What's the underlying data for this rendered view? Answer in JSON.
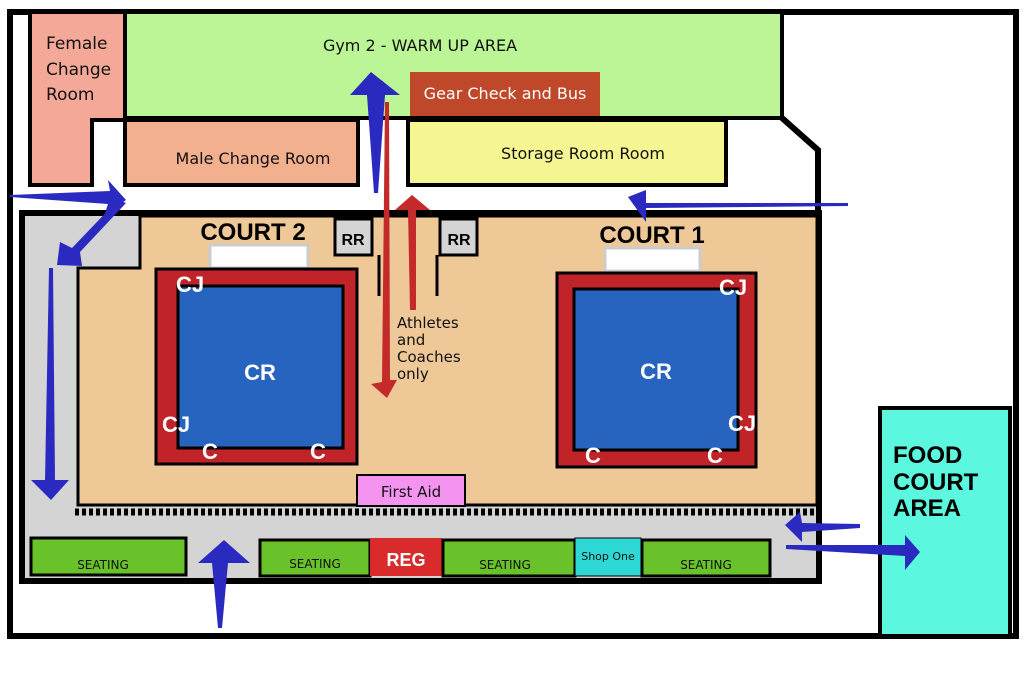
{
  "rooms": {
    "female_change": [
      "Female",
      "Change",
      "Room"
    ],
    "gym2": "Gym 2 - WARM UP AREA",
    "gear_check": "Gear Check and Bus",
    "male_change": "Male Change Room",
    "storage": "Storage Room Room",
    "restroom_left": "RR",
    "restroom_right": "RR",
    "first_aid": "First Aid",
    "food_court": [
      "FOOD",
      "COURT",
      "AREA"
    ]
  },
  "courts": {
    "court2": {
      "title": "COURT 2",
      "center": "CR",
      "judges": [
        "CJ",
        "CJ"
      ],
      "coaches": [
        "C",
        "C"
      ]
    },
    "court1": {
      "title": "COURT 1",
      "center": "CR",
      "judges": [
        "CJ",
        "CJ"
      ],
      "coaches": [
        "C",
        "C"
      ]
    }
  },
  "athletes_note": [
    "Athletes",
    "and",
    "Coaches",
    "only"
  ],
  "bottom_row": {
    "seating_1": "SEATING",
    "seating_2": "SEATING",
    "reg": "REG",
    "seating_3": "SEATING",
    "shop": "Shop One",
    "seating_4": "SEATING"
  },
  "colors": {
    "female": "#f4a898",
    "gym": "#bcf595",
    "gear": "#c0482a",
    "male": "#f3b08f",
    "storage": "#f5f591",
    "hall": "#d4d4d4",
    "court_floor": "#efc898",
    "mat_border": "#c02428",
    "mat": "#2764c0",
    "first_aid": "#f593f0",
    "seating": "#6ac22a",
    "reg": "#d92b2b",
    "shop": "#2ed8d4",
    "food": "#5bf7de",
    "arrow_blue": "#2a2ac0",
    "arrow_red": "#c42a2a"
  }
}
